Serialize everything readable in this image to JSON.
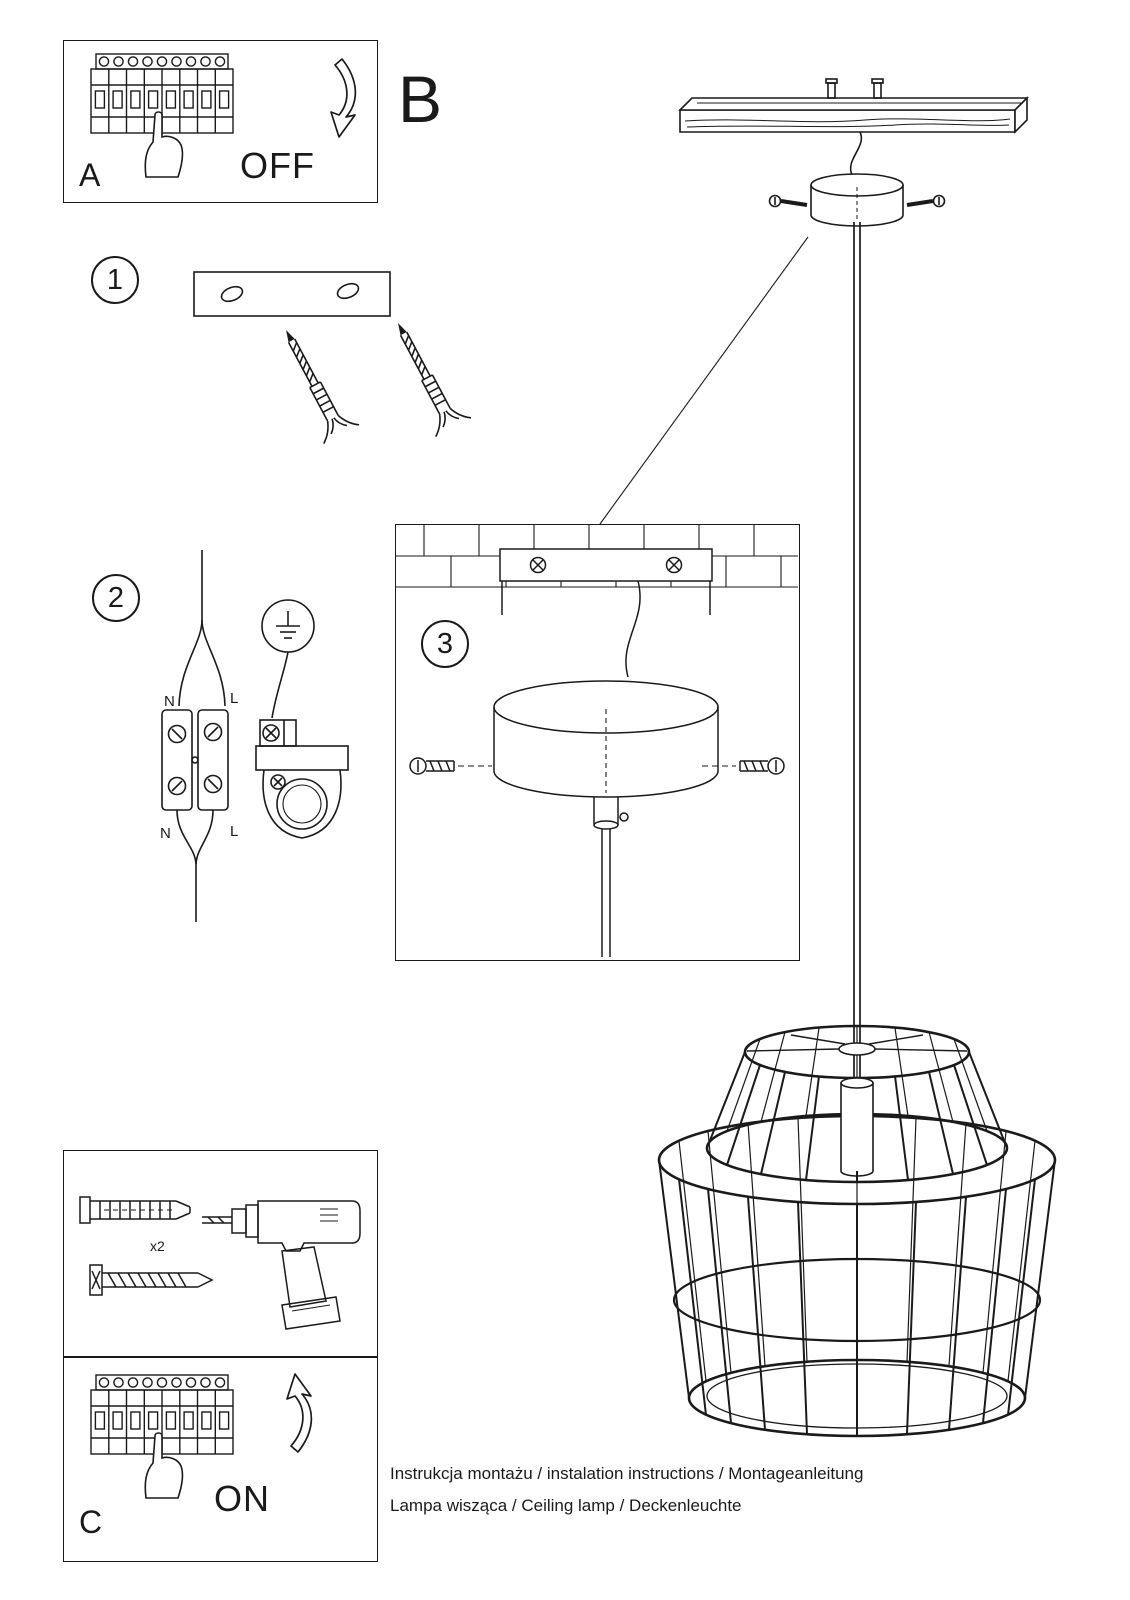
{
  "colors": {
    "ink": "#1a1a1a",
    "paper": "#ffffff"
  },
  "panel_a": {
    "letter": "A",
    "power_state": "OFF"
  },
  "section_b": {
    "letter": "B"
  },
  "panel_c": {
    "letter": "C",
    "power_state": "ON"
  },
  "steps": {
    "one": "1",
    "two": "2",
    "three": "3"
  },
  "wiring": {
    "neutral": "N",
    "live": "L"
  },
  "hardware": {
    "anchor_quantity": "x2"
  },
  "footer": {
    "line1": "Instrukcja montażu / instalation instructions / Montageanleitung",
    "line2": "Lampa wisząca / Ceiling lamp / Deckenleuchte"
  }
}
